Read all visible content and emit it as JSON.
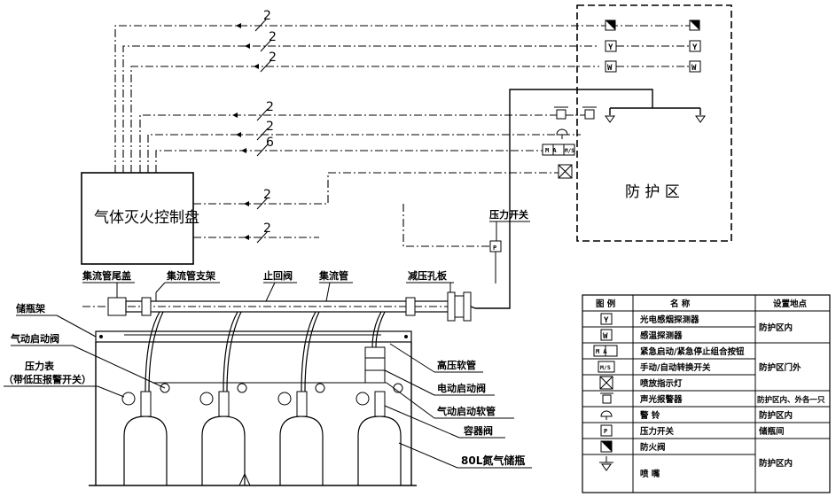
{
  "controller": {
    "label": "气体灭火控制盘"
  },
  "zone": {
    "label": "防 护 区"
  },
  "wire_counts": [
    "2",
    "2",
    "2",
    "2",
    "2",
    "6",
    "2",
    "2"
  ],
  "symbols": {
    "smoke": "Y",
    "heat": "W",
    "estop": "M A",
    "manual_auto": "M/S",
    "pressure": "P"
  },
  "labels": {
    "pressure_switch": "压力开关",
    "manifold_end_cap": "集流管尾盖",
    "manifold_bracket": "集流管支架",
    "check_valve": "止回阀",
    "manifold": "集流管",
    "orifice_plate": "减压孔板",
    "cylinder_rack": "储瓶架",
    "pneumatic_valve": "气动启动阀",
    "pressure_gauge": "压力表",
    "pressure_gauge_note": "（带低压报警开关）",
    "hp_hose": "高压软管",
    "electric_valve": "电动启动阀",
    "pneumatic_hose": "气动启动软管",
    "container_valve": "容器阀",
    "cylinder": "80L氮气储瓶"
  },
  "legend": {
    "headers": [
      "图 例",
      "名    称",
      "设置地点"
    ],
    "rows": [
      {
        "symbol": "Y",
        "name": "光电感烟探测器",
        "location": "防护区内"
      },
      {
        "symbol": "W",
        "name": "感温探测器",
        "location": ""
      },
      {
        "symbol": "M A",
        "name": "紧急启动/紧急停止组合按钮",
        "location": "防护区门外"
      },
      {
        "symbol": "M/S",
        "name": "手动/自动转换开关",
        "location": ""
      },
      {
        "symbol": "lamp",
        "name": "喷放指示灯",
        "location": ""
      },
      {
        "symbol": "siren",
        "name": "声光报警器",
        "location": "防护区内、外各一只"
      },
      {
        "symbol": "bell",
        "name": "警  铃",
        "location": "防护区内"
      },
      {
        "symbol": "P",
        "name": "压力开关",
        "location": "储瓶间"
      },
      {
        "symbol": "damper",
        "name": "防火阀",
        "location": "防护区内"
      },
      {
        "symbol": "nozzle",
        "name": "喷  嘴",
        "location": ""
      }
    ]
  }
}
